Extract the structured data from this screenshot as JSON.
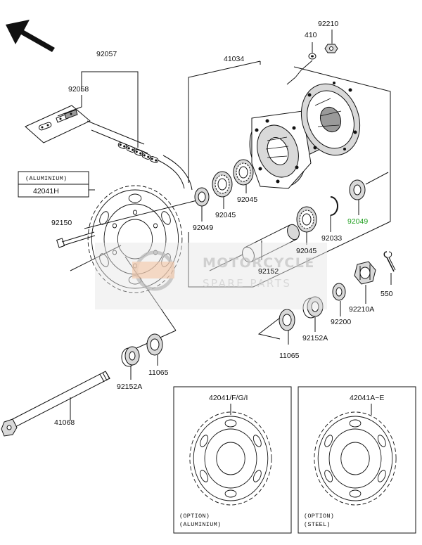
{
  "labels": {
    "p92057": "92057",
    "p92058": "92058",
    "p41034": "41034",
    "p410": "410",
    "p92210": "92210",
    "aluminium_box": "(ALUMINIUM)",
    "p42041H": "42041H",
    "p92150": "92150",
    "p92049_left": "92049",
    "p92045_a": "92045",
    "p92045_b": "92045",
    "p92049_right": "92049",
    "p92033": "92033",
    "p92045_c": "92045",
    "p92152": "92152",
    "p550": "550",
    "p92210A": "92210A",
    "p92200": "92200",
    "p11065_right": "11065",
    "p92152A_right": "92152A",
    "p11065_left": "11065",
    "p92152A_left": "92152A",
    "p41068": "41068"
  },
  "options": {
    "left": {
      "part": "42041/F/G/I",
      "line1": "(OPTION)",
      "line2": "(ALUMINIUM)"
    },
    "right": {
      "part": "42041A~E",
      "line1": "(OPTION)",
      "line2": "(STEEL)"
    }
  },
  "watermark": {
    "line1": "MOTORCYCLE",
    "line2": "SPARE PARTS"
  },
  "colors": {
    "highlight": "#1e9e1e",
    "watermark": "#c8c8c8",
    "line": "#111111"
  }
}
